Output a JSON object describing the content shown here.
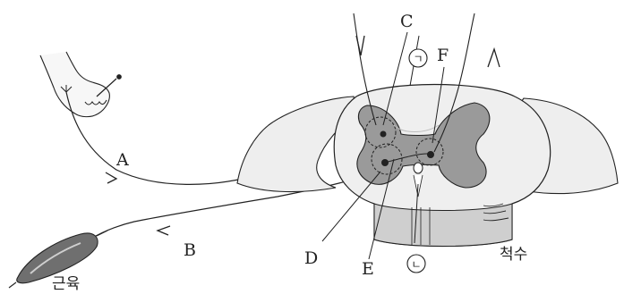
{
  "labels": {
    "A": "A",
    "B": "B",
    "C": "C",
    "D": "D",
    "E": "E",
    "F": "F",
    "circle_top": "ㄱ",
    "circle_bottom": "ㄴ",
    "muscle": "근육",
    "spinal_cord": "척수"
  },
  "colors": {
    "line": "#222222",
    "fill_light": "#efefef",
    "fill_mid": "#d6d6d6",
    "fill_dark": "#9a9a9a"
  }
}
